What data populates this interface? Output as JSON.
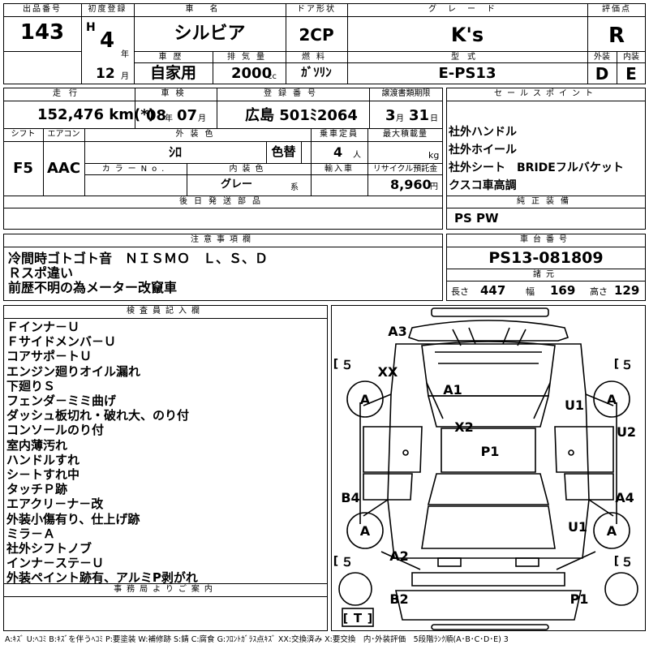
{
  "header": {
    "lot_label": "出品番号",
    "lot": "143",
    "first_reg_label": "初度登録",
    "era": "H",
    "year": "4",
    "year_unit": "年",
    "month": "12",
    "month_unit": "月",
    "name_label": "車名",
    "name": "シルビア",
    "door_label": "ドア形状",
    "door": "2CP",
    "grade_label": "グレード",
    "grade": "K's",
    "score_label": "評価点",
    "score": "R",
    "history_label": "車歴",
    "history": "自家用",
    "displacement_label": "排気量",
    "displacement": "2000",
    "displacement_unit": "cc",
    "fuel_label": "燃料",
    "fuel": "ｶﾞｿﾘﾝ",
    "model_label": "型式",
    "model": "E-PS13",
    "exterior_label": "外装",
    "exterior": "D",
    "interior_label": "内装",
    "interior": "E"
  },
  "row2": {
    "mileage_label": "走行",
    "mileage": "152,476 km(*)",
    "inspection_label": "車検",
    "inspection_year": "08",
    "inspection_year_unit": "年",
    "inspection_month": "07",
    "inspection_month_unit": "月",
    "plate_label": "登録番号",
    "plate": "広島 501ﾐ2064",
    "transfer_label": "譲渡書類期限",
    "transfer_month": "3",
    "transfer_month_unit": "月",
    "transfer_day": "31",
    "transfer_day_unit": "日",
    "sales_label": "セールスポイント",
    "sales_points": [
      "社外ハンドル",
      "社外ホイール",
      "社外シート　BRIDEフルバケット",
      "クスコ車高調"
    ],
    "shift_label": "シフト",
    "shift": "F5",
    "ac_label": "エアコン",
    "ac": "AAC",
    "color_label": "外装色",
    "color": "ｼﾛ",
    "color_change": "色替",
    "capacity_label": "乗車定員",
    "capacity": "4",
    "capacity_unit": "人",
    "load_label": "最大積載量",
    "load_unit": "kg",
    "color_no_label": "カラーNo.",
    "interior_color_label": "内装色",
    "interior_color": "グレー",
    "interior_color_suffix": "系",
    "import_label": "輸入車",
    "recycle_label": "リサイクル預託金",
    "recycle": "8,960",
    "recycle_unit": "円",
    "later_parts_label": "後日発送部品",
    "genuine_label": "純正装備",
    "genuine": "PS PW"
  },
  "notes": {
    "label": "注意事項欄",
    "lines": [
      "冷間時ゴトゴト音　ＮＩＳＭＯ　Ｌ、Ｓ、Ｄ",
      "Ｒスポ違い",
      "前歴不明の為メーター改竄車"
    ]
  },
  "chassis": {
    "label": "車台番号",
    "number": "PS13-081809",
    "spec_label": "諸元",
    "length_label": "長さ",
    "length": "447",
    "width_label": "幅",
    "width": "169",
    "height_label": "高さ",
    "height": "129"
  },
  "inspector": {
    "label": "検査員記入欄",
    "lines": [
      "Ｆインナ－Ｕ",
      "Ｆサイドメンバ－Ｕ",
      "コアサポ－トＵ",
      "エンジン廻りオイル漏れ",
      "下廻りＳ",
      "フェンダ－ミミ曲げ",
      "ダッシュ板切れ・破れ大、のり付",
      "コンソールのり付",
      "室内薄汚れ",
      "ハンドルすれ",
      "シ－トすれ中",
      "タッチＰ跡",
      "エアクリ－ナ－改",
      "外装小傷有り、仕上げ跡",
      "ミラ－Ａ",
      "社外シフトノブ",
      "インナ－ステ－Ｕ",
      "外装ペイント跡有、アルミP剥がれ"
    ]
  },
  "office": {
    "label": "事務局よりご案内"
  },
  "legend": "A:ｷｽﾞ U:ﾍｺﾐ B:ｷｽﾞを伴うﾍｺﾐ P:要塗装 W:補修跡 S:錆 C:腐食 G:ﾌﾛﾝﾄｶﾞﾗｽ点ｷｽﾞ XX:交換済み X:要交換　内･外装評価　5段階ﾗﾝｸ順(A･B･C･D･E) 3",
  "diagram": {
    "marks": {
      "A3": "A3",
      "XX": "XX",
      "A1": "A1",
      "X2": "X2",
      "P1": "P1",
      "U1": "U1",
      "U2": "U2",
      "B4": "B4",
      "A4": "A4",
      "U1b": "U1",
      "A2": "A2",
      "B2": "B2",
      "P1b": "P1",
      "tire_fl": "A",
      "tire_fr": "A",
      "tire_rl": "A",
      "tire_rr": "A",
      "t5_tl": "５",
      "t5_tr": "５",
      "t5_bl": "５",
      "t5_br": "５",
      "trunk": "T"
    }
  }
}
